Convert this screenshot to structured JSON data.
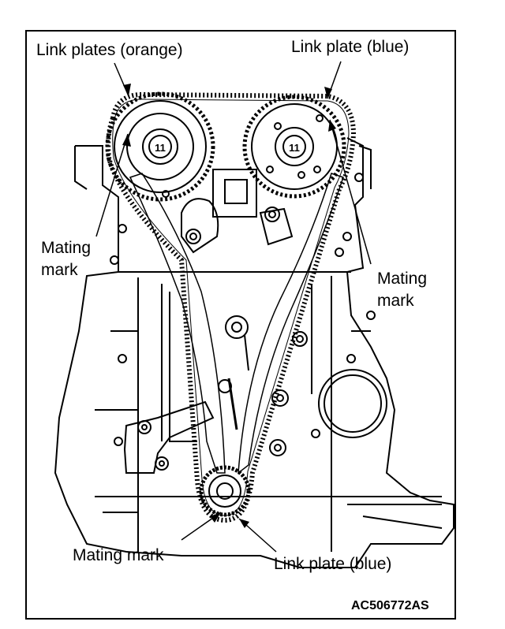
{
  "labels": {
    "link_plates_orange": "Link plates (orange)",
    "link_plate_blue_top": "Link plate (blue)",
    "mating_mark_left_line1": "Mating",
    "mating_mark_left_line2": "mark",
    "mating_mark_right_line1": "Mating",
    "mating_mark_right_line2": "mark",
    "mating_mark_bottom": "Mating mark",
    "link_plate_blue_bottom": "Link plate (blue)"
  },
  "figure_code": "AC506772AS",
  "sprocket_numbers": {
    "intake": "11",
    "exhaust": "11"
  }
}
